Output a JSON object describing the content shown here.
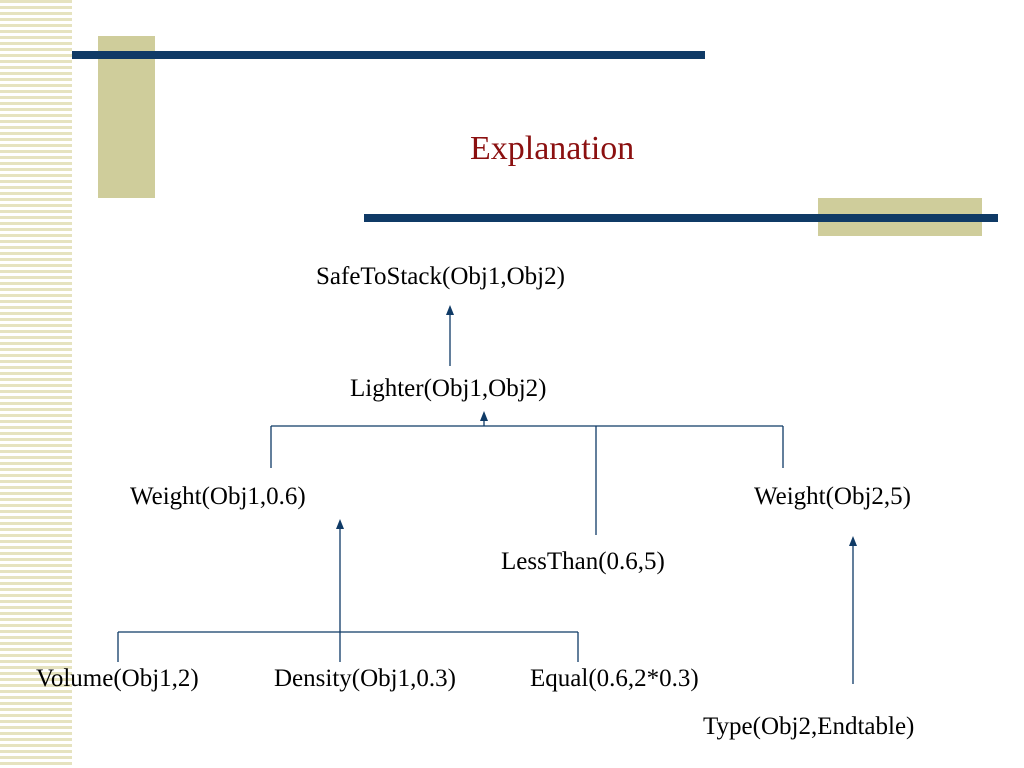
{
  "slide": {
    "title": "Explanation"
  },
  "diagram": {
    "nodes": {
      "safe_to_stack": "SafeToStack(Obj1,Obj2)",
      "lighter": "Lighter(Obj1,Obj2)",
      "weight_obj1": "Weight(Obj1,0.6)",
      "weight_obj2": "Weight(Obj2,5)",
      "less_than": "LessThan(0.6,5)",
      "volume": "Volume(Obj1,2)",
      "density": "Density(Obj1,0.3)",
      "equal": "Equal(0.6,2*0.3)",
      "type": "Type(Obj2,Endtable)"
    },
    "edges": [
      {
        "from": "lighter",
        "to": "safe_to_stack"
      },
      {
        "from": "weight_obj1",
        "to": "lighter"
      },
      {
        "from": "less_than",
        "to": "lighter"
      },
      {
        "from": "weight_obj2",
        "to": "lighter"
      },
      {
        "from": "volume",
        "to": "weight_obj1"
      },
      {
        "from": "density",
        "to": "weight_obj1"
      },
      {
        "from": "equal",
        "to": "weight_obj1"
      },
      {
        "from": "type",
        "to": "weight_obj2"
      }
    ]
  },
  "colors": {
    "title": "#8b1010",
    "accent_bar": "#0f3a66",
    "accent_block": "#cfcd9b",
    "lines": "#0f3a66"
  }
}
